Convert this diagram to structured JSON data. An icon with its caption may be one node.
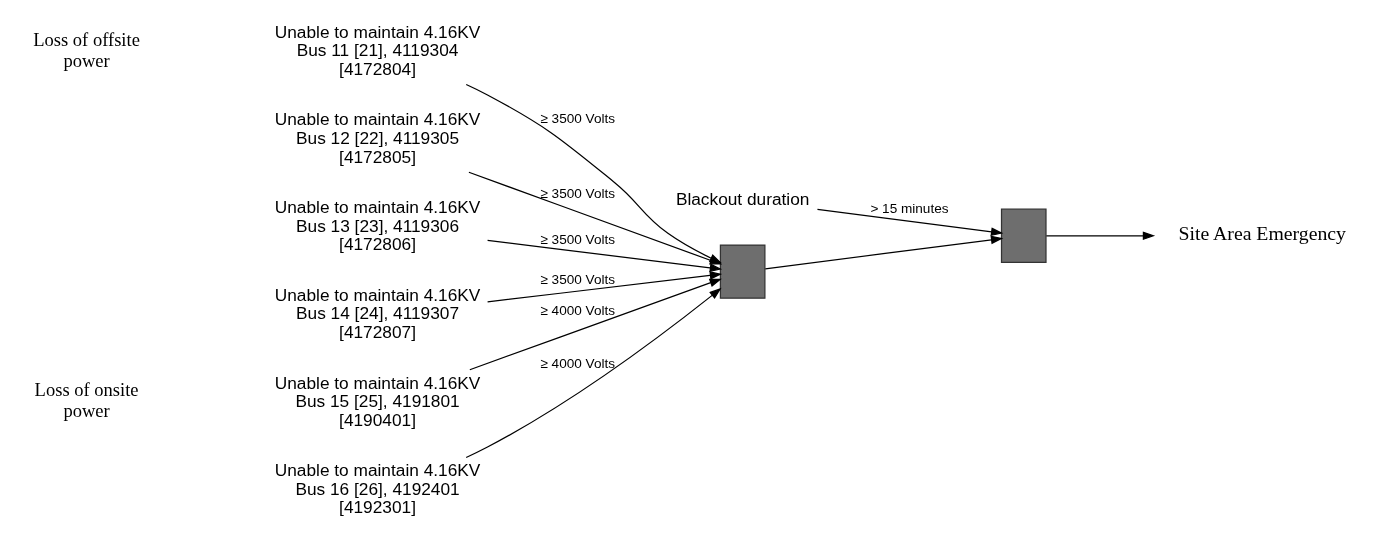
{
  "diagram": {
    "nodes": [
      {
        "text": [
          "Blackout duration"
        ]
      },
      {
        "text": [
          "Unable to maintain 4.16KV Bus 11 [21], 4119304 [4172804]"
        ]
      },
      {
        "text": [
          "Unable to maintain 4.16KV Bus 12 [22], 4119305 [4172805]"
        ]
      },
      {
        "text": [
          "Unable to maintain 4.16KV Bus 13 [23], 4119306 [4172806]"
        ]
      },
      {
        "text": [
          "Unable to maintain 4.16KV Bus 14 [24], 4119307 [4172807]"
        ]
      },
      {
        "text": [
          "Unable to maintain 4.16KV Bus 15 [25], 4191801 [4190401]"
        ]
      },
      {
        "text": [
          "Unable to maintain 4.16KV Bus 16 [26], 4192401 [4192301]"
        ]
      },
      {
        "text": [],
        "shape": "box"
      },
      {
        "text": [],
        "shape": "box"
      },
      {
        "text": [
          "Site Area Emergency"
        ]
      }
    ],
    "edges": [
      {
        "from": 0,
        "to": 8,
        "arrow": "to",
        "label": "> 15 minutes"
      },
      {
        "from": 1,
        "to": 7,
        "arrow": "to",
        "label": "≥ 3500 Volts"
      },
      {
        "from": 2,
        "to": 7,
        "arrow": "to",
        "label": "≥ 3500 Volts"
      },
      {
        "from": 3,
        "to": 7,
        "arrow": "to",
        "label": "≥ 3500 Volts"
      },
      {
        "from": 4,
        "to": 7,
        "arrow": "to",
        "label": "≥ 3500 Volts"
      },
      {
        "from": 5,
        "to": 7,
        "arrow": "to",
        "label": "≥ 4000 Volts"
      },
      {
        "from": 6,
        "to": 7,
        "arrow": "to",
        "label": "≥ 4000 Volts"
      },
      {
        "from": 7,
        "to": 8,
        "arrow": "to"
      },
      {
        "from": 8,
        "to": 9,
        "arrow": "to"
      }
    ],
    "labels": [
      "Loss of offsite power",
      "Loss of onsite power"
    ]
  }
}
